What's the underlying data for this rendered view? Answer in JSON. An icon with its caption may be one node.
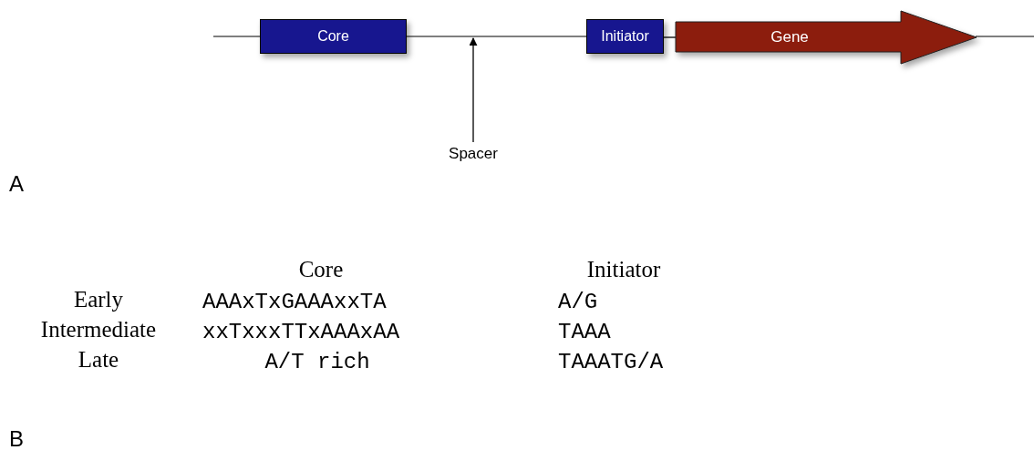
{
  "diagram": {
    "nodes": [
      {
        "text": [
          "Core"
        ]
      },
      {
        "text": [
          "Initiator"
        ]
      },
      {
        "text": [
          "Gene"
        ]
      },
      {
        "text": [
          "Spacer"
        ]
      },
      {
        "text": [],
        "shape": "line"
      }
    ],
    "edges": [
      {
        "from": 3,
        "to": 4,
        "arrow": "to"
      },
      {
        "from": 1,
        "to": 2,
        "arrow": "none"
      }
    ],
    "labels": [
      "A",
      "Core",
      "Initiator",
      "Early",
      "AAAxTxGAAAxxTA",
      "A/G",
      "Intermediate",
      "xxTxxxTTxAAAxAA",
      "TAAA",
      "Late",
      "A/T rich",
      "TAAATG/A",
      "B"
    ]
  }
}
